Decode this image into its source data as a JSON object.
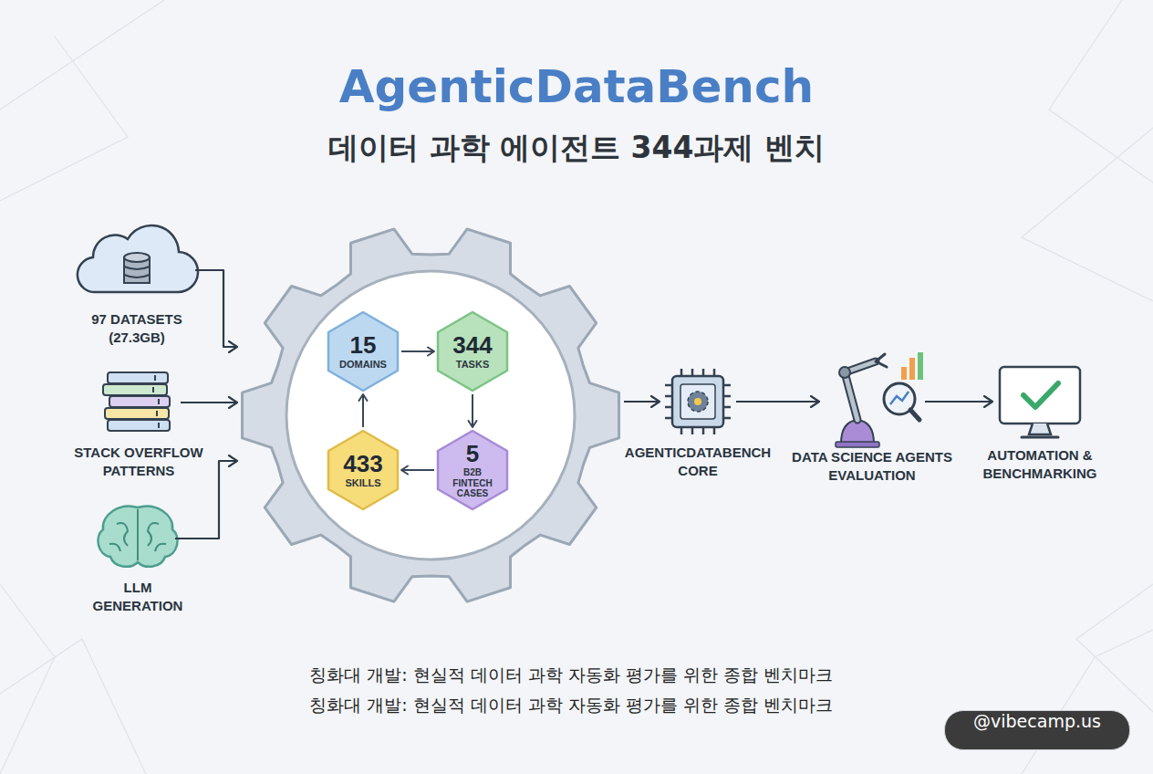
{
  "diagram": {
    "title": "AgenticDataBench",
    "caption": "칭화대 개발: 현실적 데이터 과학 자동화 평가를 위한 종합 벤치마크",
    "nodes": [
      {
        "text": [
          "97 DATASETS (27.3GB)"
        ]
      },
      {
        "text": [
          "STACK OVERFLOW PATTERNS"
        ]
      },
      {
        "text": [
          "LLM GENERATION"
        ]
      },
      {
        "text": []
      },
      {
        "text": [
          "15",
          "DOMAINS"
        ],
        "in": 3
      },
      {
        "text": [
          "344",
          "TASKS"
        ],
        "in": 3
      },
      {
        "text": [
          "433",
          "SKILLS"
        ],
        "in": 3
      },
      {
        "text": [
          "5",
          "B2B FINTECH CASES"
        ],
        "in": 3
      },
      {
        "text": [
          "AGENTICDATABENCH CORE"
        ]
      },
      {
        "text": [
          "DATA SCIENCE AGENTS EVALUATION"
        ]
      },
      {
        "text": [
          "AUTOMATION & BENCHMARKING"
        ]
      }
    ],
    "edges": [
      {
        "from": 0,
        "to": 3,
        "arrow": "to"
      },
      {
        "from": 1,
        "to": 3,
        "arrow": "to"
      },
      {
        "from": 2,
        "to": 3,
        "arrow": "to"
      },
      {
        "from": 4,
        "to": 5,
        "arrow": "to"
      },
      {
        "from": 5,
        "to": 7,
        "arrow": "to"
      },
      {
        "from": 7,
        "to": 6,
        "arrow": "to"
      },
      {
        "from": 6,
        "to": 4,
        "arrow": "to"
      },
      {
        "from": 3,
        "to": 8,
        "arrow": "to"
      },
      {
        "from": 8,
        "to": 9,
        "arrow": "to"
      },
      {
        "from": 9,
        "to": 10,
        "arrow": "to"
      }
    ],
    "labels": [
      "데이터 과학 에이전트 344과제 벤치",
      "칭화대 개발: 현실적 데이터 과학 자동화 평가를 위한 종합 벤치마크",
      "@vibecamp.us"
    ]
  }
}
